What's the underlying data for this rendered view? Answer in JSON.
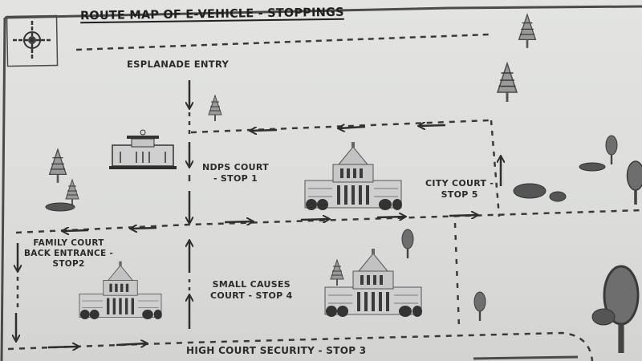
{
  "map": {
    "title": "ROUTE MAP OF E-VEHICLE - STOPPINGS",
    "compass_icon": "compass-rose-icon",
    "colors": {
      "paper": "#dedfdd",
      "ink": "#2b2b2b",
      "route": "#3a3a3a"
    },
    "stops": [
      {
        "id": "entry",
        "label": "ESPLANADE ENTRY"
      },
      {
        "id": "stop1",
        "label_line1": "NDPS COURT",
        "label_line2": "- STOP 1"
      },
      {
        "id": "stop2",
        "label_line1": "FAMILY COURT",
        "label_line2": "BACK ENTRANCE -",
        "label_line3": "STOP2"
      },
      {
        "id": "stop3",
        "label": "HIGH COURT SECURITY - STOP 3"
      },
      {
        "id": "stop4",
        "label_line1": "SMALL CAUSES",
        "label_line2": "COURT - STOP 4"
      },
      {
        "id": "stop5",
        "label_line1": "CITY COURT -",
        "label_line2": "STOP 5"
      }
    ],
    "icons": [
      "tree-icon",
      "bush-icon",
      "court-building-icon",
      "domed-court-building-icon",
      "arrow-icon"
    ]
  }
}
